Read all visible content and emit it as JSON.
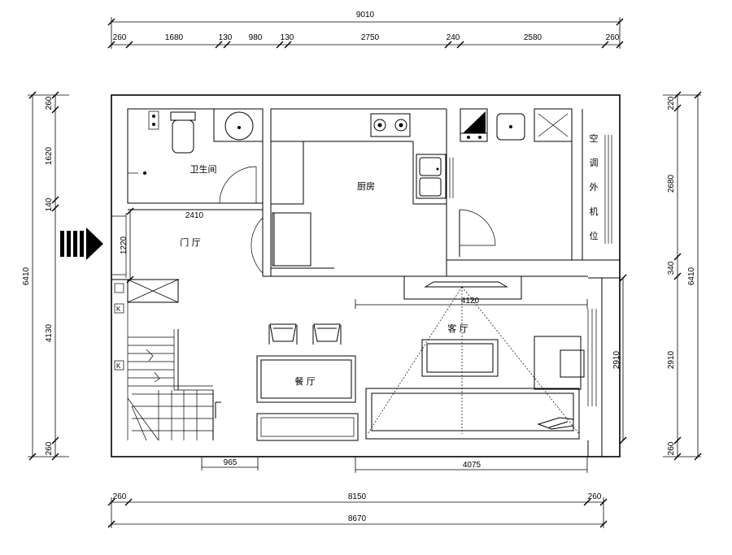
{
  "top_dims": {
    "overall": "9010",
    "segments": [
      "260",
      "1680",
      "130",
      "980",
      "130",
      "2750",
      "240",
      "2580",
      "260"
    ]
  },
  "bottom_dims": {
    "row1": [
      "260",
      "8150",
      "260"
    ],
    "row2": "8670",
    "inner_left": "965",
    "inner_right": "4075"
  },
  "left_dims": {
    "overall": "6410",
    "segments": [
      "260",
      "1620",
      "140",
      "1220",
      "4130",
      "260"
    ]
  },
  "right_dims": {
    "overall": "6410",
    "segments": [
      "220",
      "2680",
      "340",
      "2910",
      "260"
    ],
    "inner": "2910"
  },
  "inner_dims": {
    "foyer_width": "2410",
    "living_width": "4120"
  },
  "rooms": {
    "bathroom": "卫生间",
    "kitchen": "厨房",
    "foyer": "门 厅",
    "living": "客 厅",
    "dining": "餐 厅",
    "ac_chars": [
      "空",
      "调",
      "外",
      "机",
      "位"
    ]
  },
  "stair_mark": "K"
}
